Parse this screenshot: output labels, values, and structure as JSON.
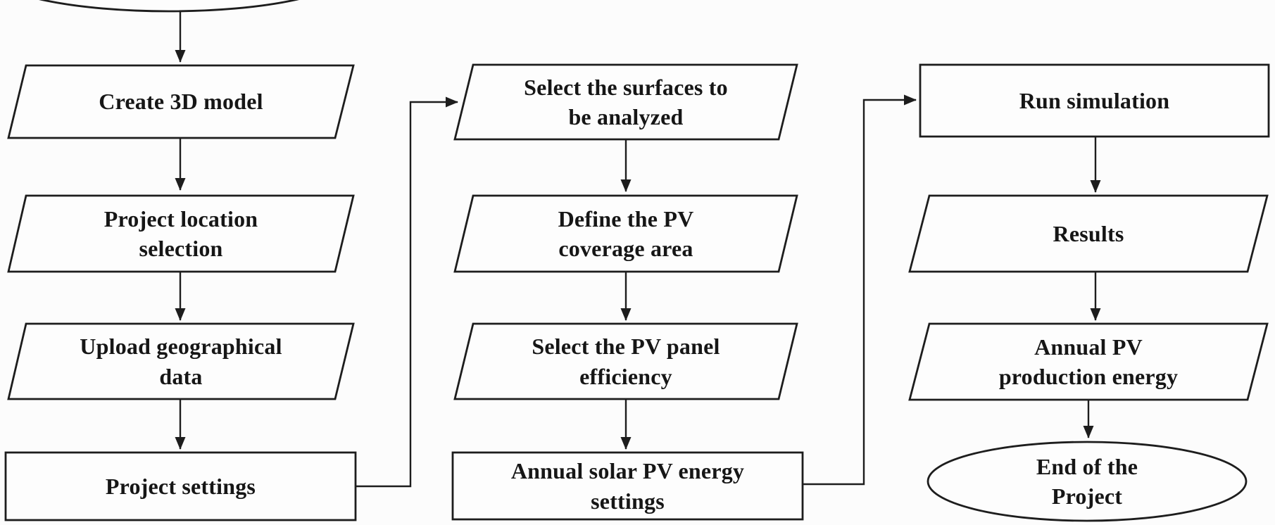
{
  "diagram": {
    "type": "flowchart",
    "background_color": "#fcfcfc",
    "stroke_color": "#1d1d1d",
    "text_color": "#161616",
    "nodes": [
      {
        "id": "start",
        "shape": "terminator-ellipse-clipped",
        "label": ""
      },
      {
        "id": "create-3d-model",
        "shape": "parallelogram",
        "label": "Create 3D model"
      },
      {
        "id": "project-location-selection",
        "shape": "parallelogram",
        "label": "Project location\nselection"
      },
      {
        "id": "upload-geographical-data",
        "shape": "parallelogram",
        "label": "Upload geographical\ndata"
      },
      {
        "id": "project-settings",
        "shape": "rectangle",
        "label": "Project settings"
      },
      {
        "id": "select-surfaces",
        "shape": "parallelogram",
        "label": "Select the surfaces to\nbe analyzed"
      },
      {
        "id": "define-pv-coverage",
        "shape": "parallelogram",
        "label": "Define the PV\ncoverage area"
      },
      {
        "id": "select-pv-panel-efficiency",
        "shape": "parallelogram",
        "label": "Select the PV panel\nefficiency"
      },
      {
        "id": "annual-solar-pv-energy-settings",
        "shape": "rectangle",
        "label": "Annual solar PV energy\nsettings"
      },
      {
        "id": "run-simulation",
        "shape": "rectangle",
        "label": "Run simulation"
      },
      {
        "id": "results",
        "shape": "parallelogram",
        "label": "Results"
      },
      {
        "id": "annual-pv-production-energy",
        "shape": "parallelogram",
        "label": "Annual PV\nproduction energy"
      },
      {
        "id": "end-of-project",
        "shape": "terminator-ellipse",
        "label": "End of the\nProject"
      }
    ],
    "edges": [
      {
        "from": "start",
        "to": "create-3d-model"
      },
      {
        "from": "create-3d-model",
        "to": "project-location-selection"
      },
      {
        "from": "project-location-selection",
        "to": "upload-geographical-data"
      },
      {
        "from": "upload-geographical-data",
        "to": "project-settings"
      },
      {
        "from": "project-settings",
        "to": "select-surfaces"
      },
      {
        "from": "select-surfaces",
        "to": "define-pv-coverage"
      },
      {
        "from": "define-pv-coverage",
        "to": "select-pv-panel-efficiency"
      },
      {
        "from": "select-pv-panel-efficiency",
        "to": "annual-solar-pv-energy-settings"
      },
      {
        "from": "annual-solar-pv-energy-settings",
        "to": "run-simulation"
      },
      {
        "from": "run-simulation",
        "to": "results"
      },
      {
        "from": "results",
        "to": "annual-pv-production-energy"
      },
      {
        "from": "annual-pv-production-energy",
        "to": "end-of-project"
      }
    ]
  }
}
